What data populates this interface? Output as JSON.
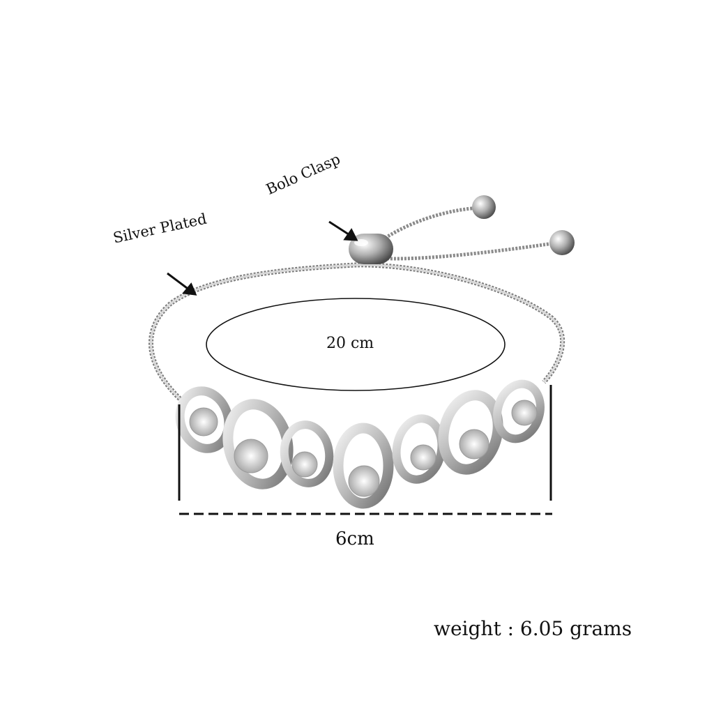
{
  "annotations": {
    "material": "Silver Plated",
    "clasp": "Bolo Clasp",
    "circumference": "20 cm",
    "width": "6cm",
    "weight": "weight : 6.05 grams"
  },
  "colors": {
    "background": "#ffffff",
    "silver": "#c8c8c8",
    "silver_dark": "#7a7a7a",
    "ink": "#111111"
  }
}
